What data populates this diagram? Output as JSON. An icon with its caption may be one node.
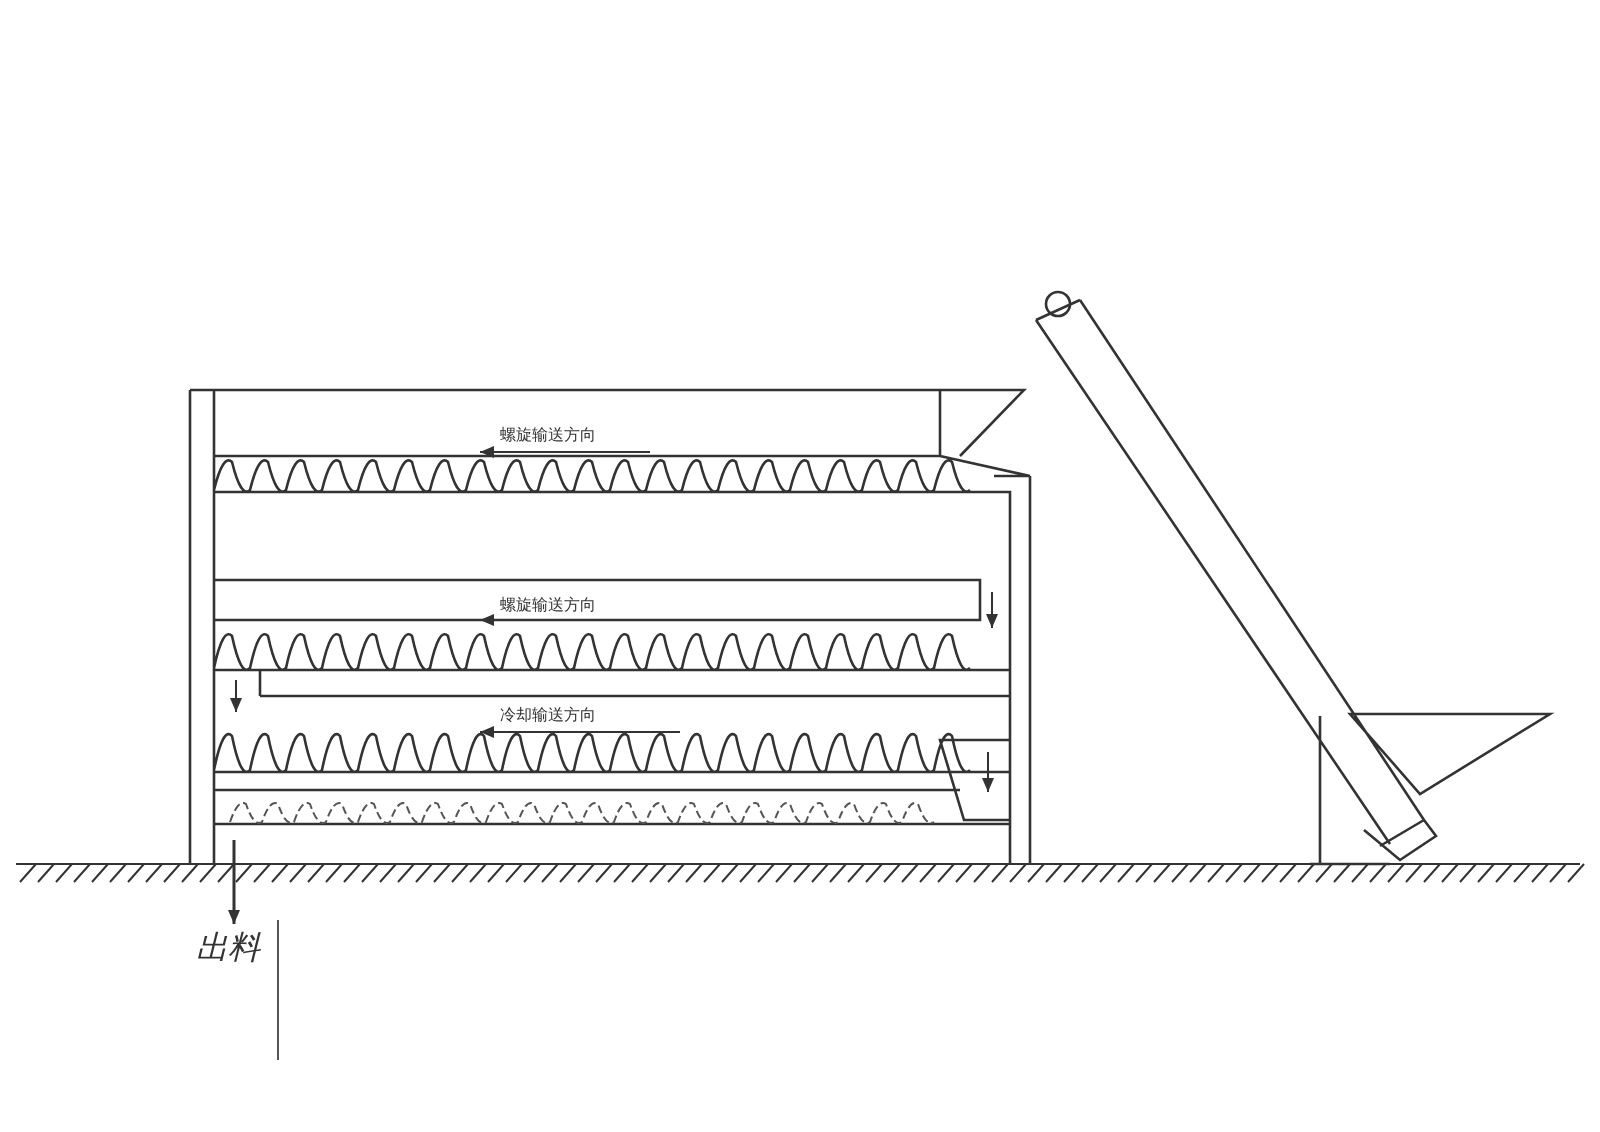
{
  "diagram": {
    "labels": [
      "螺旋输送方向",
      "螺旋输送方向",
      "冷却输送方向",
      "出料"
    ]
  }
}
